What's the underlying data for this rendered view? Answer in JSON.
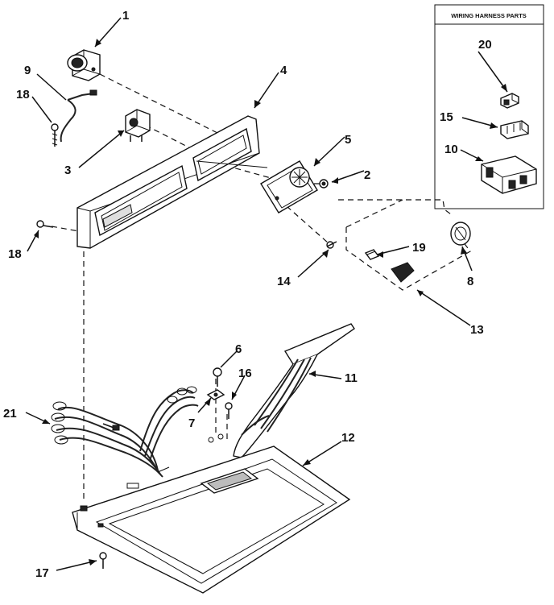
{
  "inset": {
    "title": "WIRING HARNESS PARTS"
  },
  "callouts": [
    {
      "id": "c1",
      "text": "1"
    },
    {
      "id": "c2",
      "text": "2"
    },
    {
      "id": "c3",
      "text": "3"
    },
    {
      "id": "c4",
      "text": "4"
    },
    {
      "id": "c5",
      "text": "5"
    },
    {
      "id": "c6",
      "text": "6"
    },
    {
      "id": "c7",
      "text": "7"
    },
    {
      "id": "c8",
      "text": "8"
    },
    {
      "id": "c9",
      "text": "9"
    },
    {
      "id": "c10",
      "text": "10"
    },
    {
      "id": "c11",
      "text": "11"
    },
    {
      "id": "c12",
      "text": "12"
    },
    {
      "id": "c13",
      "text": "13"
    },
    {
      "id": "c14",
      "text": "14"
    },
    {
      "id": "c15",
      "text": "15"
    },
    {
      "id": "c16",
      "text": "16"
    },
    {
      "id": "c17",
      "text": "17"
    },
    {
      "id": "c18a",
      "text": "18"
    },
    {
      "id": "c18b",
      "text": "18"
    },
    {
      "id": "c19",
      "text": "19"
    },
    {
      "id": "c20",
      "text": "20"
    },
    {
      "id": "c21",
      "text": "21"
    }
  ]
}
